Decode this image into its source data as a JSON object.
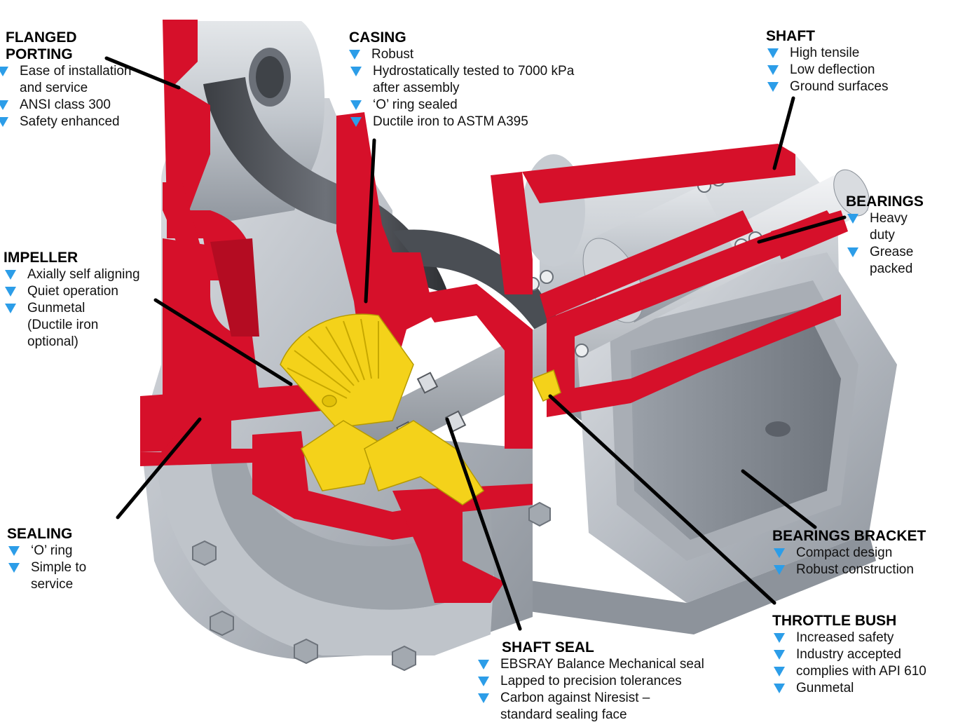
{
  "colors": {
    "casing_cut": "#d6102a",
    "impeller": "#f4d21a",
    "metal": "#b9bec5",
    "bullet": "#2c9de8"
  },
  "callouts": {
    "flanged_porting": {
      "title": "FLANGED PORTING",
      "items": [
        "Ease of installation and service",
        "ANSI class 300",
        "Safety enhanced"
      ]
    },
    "casing": {
      "title": "CASING",
      "items": [
        "Robust",
        "Hydrostatically tested to 7000 kPa after assembly",
        "‘O’ ring sealed",
        "Ductile iron to ASTM A395"
      ]
    },
    "shaft": {
      "title": "SHAFT",
      "items": [
        "High tensile",
        "Low deflection",
        "Ground surfaces"
      ]
    },
    "bearings": {
      "title": "BEARINGS",
      "items": [
        "Heavy duty",
        "Grease packed"
      ]
    },
    "impeller": {
      "title": "IMPELLER",
      "items": [
        "Axially self aligning",
        "Quiet operation",
        "Gunmetal (Ductile iron optional)"
      ]
    },
    "sealing": {
      "title": "SEALING",
      "items": [
        "‘O’ ring",
        "Simple to service"
      ]
    },
    "bearings_bracket": {
      "title": "BEARINGS BRACKET",
      "items": [
        "Compact design",
        "Robust construction"
      ]
    },
    "throttle_bush": {
      "title": "THROTTLE BUSH",
      "items": [
        "Increased safety",
        "Industry accepted",
        "complies with API 610",
        "Gunmetal"
      ]
    },
    "shaft_seal": {
      "title": "SHAFT SEAL",
      "items": [
        "EBSRAY Balance Mechanical seal",
        "Lapped to precision tolerances",
        "Carbon against Niresist – standard sealing face"
      ]
    }
  }
}
